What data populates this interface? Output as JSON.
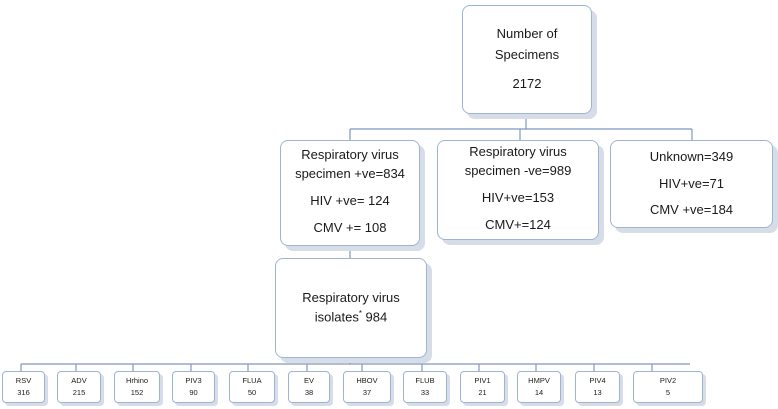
{
  "root": {
    "line1": "Number of",
    "line2": "Specimens",
    "count": "2172"
  },
  "positive": {
    "line1": "Respiratory virus",
    "line2": "specimen +ve=834",
    "hiv": "HIV +ve= 124",
    "cmv": "CMV += 108"
  },
  "negative": {
    "line1": "Respiratory virus",
    "line2": "specimen -ve=989",
    "hiv": "HIV+ve=153",
    "cmv": "CMV+=124"
  },
  "unknown": {
    "line1": "Unknown=349",
    "hiv": "HIV+ve=71",
    "cmv": "CMV +ve=184"
  },
  "isolates": {
    "line1": "Respiratory virus",
    "line2a": "isolates",
    "sup": "*",
    "line2b": " 984"
  },
  "viruses": [
    {
      "name": "RSV",
      "count": "316"
    },
    {
      "name": "ADV",
      "count": "215"
    },
    {
      "name": "Hrhino",
      "count": "152"
    },
    {
      "name": "PIV3",
      "count": "90"
    },
    {
      "name": "FLUA",
      "count": "50"
    },
    {
      "name": "EV",
      "count": "38"
    },
    {
      "name": "HBOV",
      "count": "37"
    },
    {
      "name": "FLUB",
      "count": "33"
    },
    {
      "name": "PIV1",
      "count": "21"
    },
    {
      "name": "HMPV",
      "count": "14"
    },
    {
      "name": "PIV4",
      "count": "13"
    },
    {
      "name": "PIV2",
      "count": "5"
    }
  ]
}
